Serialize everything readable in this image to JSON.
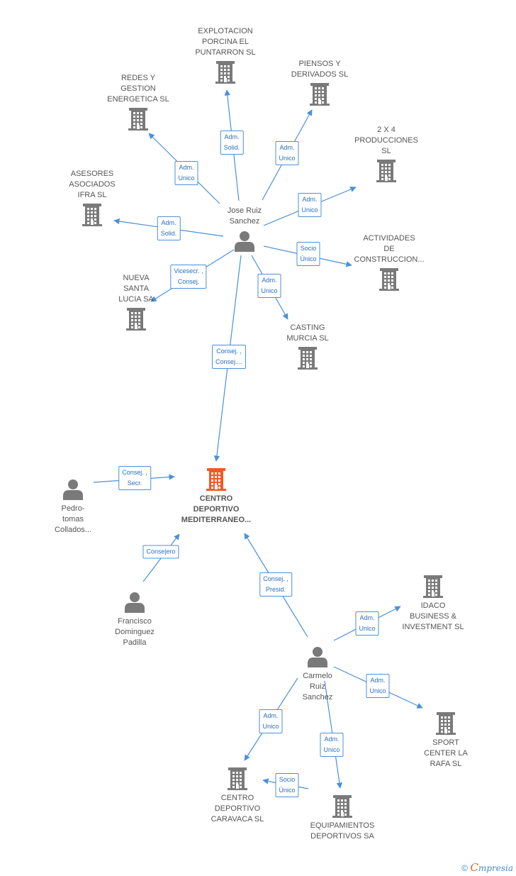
{
  "colors": {
    "edge": "#4a90d9",
    "node": "#7a7a7a",
    "center": "#f05a28",
    "label": "#555555"
  },
  "nodes": [
    {
      "id": "n_explotacion",
      "type": "company",
      "label": [
        "EXPLOTACION",
        "PORCINA EL",
        "PUNTARRON SL"
      ]
    },
    {
      "id": "n_piensos",
      "type": "company",
      "label": [
        "PIENSOS Y",
        "DERIVADOS SL"
      ]
    },
    {
      "id": "n_redes",
      "type": "company",
      "label": [
        "REDES Y",
        "GESTION",
        "ENERGETICA SL"
      ]
    },
    {
      "id": "n_2x4",
      "type": "company",
      "label": [
        "2 X 4",
        "PRODUCCIONES",
        "SL"
      ]
    },
    {
      "id": "n_asesores",
      "type": "company",
      "label": [
        "ASESORES",
        "ASOCIADOS",
        "IFRA SL"
      ]
    },
    {
      "id": "n_jose",
      "type": "person",
      "label": [
        "Jose Ruiz",
        "Sanchez"
      ]
    },
    {
      "id": "n_actividades",
      "type": "company",
      "label": [
        "ACTIVIDADES",
        "DE",
        "CONSTRUCCION..."
      ]
    },
    {
      "id": "n_nueva",
      "type": "company",
      "label": [
        "NUEVA",
        "SANTA",
        "LUCIA SA"
      ]
    },
    {
      "id": "n_casting",
      "type": "company",
      "label": [
        "CASTING",
        "MURCIA SL"
      ]
    },
    {
      "id": "n_centro_med",
      "type": "center",
      "label": [
        "CENTRO",
        "DEPORTIVO",
        "MEDITERRANEO..."
      ]
    },
    {
      "id": "n_pedro",
      "type": "person",
      "label": [
        "Pedro-",
        "tomas",
        "Collados..."
      ]
    },
    {
      "id": "n_francisco",
      "type": "person",
      "label": [
        "Francisco",
        "Dominguez",
        "Padilla"
      ]
    },
    {
      "id": "n_idaco",
      "type": "company",
      "label": [
        "IDACO",
        "BUSINESS &",
        "INVESTMENT SL"
      ]
    },
    {
      "id": "n_carmelo",
      "type": "person",
      "label": [
        "Carmelo",
        "Ruiz",
        "Sanchez"
      ]
    },
    {
      "id": "n_sport",
      "type": "company",
      "label": [
        "SPORT",
        "CENTER LA",
        "RAFA  SL"
      ]
    },
    {
      "id": "n_caravaca",
      "type": "company",
      "label": [
        "CENTRO",
        "DEPORTIVO",
        "CARAVACA SL"
      ]
    },
    {
      "id": "n_equip",
      "type": "company",
      "label": [
        "EQUIPAMIENTOS",
        "DEPORTIVOS SA"
      ]
    }
  ],
  "edges": [
    {
      "from": "n_jose",
      "to": "n_explotacion",
      "label": [
        "Adm.",
        "Solid."
      ]
    },
    {
      "from": "n_jose",
      "to": "n_piensos",
      "label": [
        "Adm.",
        "Unico"
      ]
    },
    {
      "from": "n_jose",
      "to": "n_redes",
      "label": [
        "Adm.",
        "Unico"
      ]
    },
    {
      "from": "n_jose",
      "to": "n_2x4",
      "label": [
        "Adm.",
        "Unico"
      ]
    },
    {
      "from": "n_jose",
      "to": "n_asesores",
      "label": [
        "Adm.",
        "Solid."
      ]
    },
    {
      "from": "n_jose",
      "to": "n_actividades",
      "label": [
        "Socio",
        "Único"
      ]
    },
    {
      "from": "n_jose",
      "to": "n_nueva",
      "label": [
        "Vicesecr. ,",
        "Consej."
      ]
    },
    {
      "from": "n_jose",
      "to": "n_casting",
      "label": [
        "Adm.",
        "Unico"
      ]
    },
    {
      "from": "n_jose",
      "to": "n_centro_med",
      "label": [
        "Consej. ,",
        "Consej...."
      ]
    },
    {
      "from": "n_pedro",
      "to": "n_centro_med",
      "label": [
        "Consej. ,",
        "Secr."
      ]
    },
    {
      "from": "n_francisco",
      "to": "n_centro_med",
      "label": [
        "Consejero"
      ]
    },
    {
      "from": "n_carmelo",
      "to": "n_centro_med",
      "label": [
        "Consej. ,",
        "Presid."
      ]
    },
    {
      "from": "n_carmelo",
      "to": "n_idaco",
      "label": [
        "Adm.",
        "Unico"
      ]
    },
    {
      "from": "n_carmelo",
      "to": "n_sport",
      "label": [
        "Adm.",
        "Unico"
      ]
    },
    {
      "from": "n_carmelo",
      "to": "n_caravaca",
      "label": [
        "Adm.",
        "Unico"
      ]
    },
    {
      "from": "n_carmelo",
      "to": "n_equip",
      "label": [
        "Adm.",
        "Unico"
      ]
    },
    {
      "from": "n_equip",
      "to": "n_caravaca",
      "label": [
        "Socio",
        "Único"
      ]
    }
  ],
  "footer": {
    "copyright": "©",
    "brand_initial": "C",
    "brand_rest": "mpresia"
  }
}
